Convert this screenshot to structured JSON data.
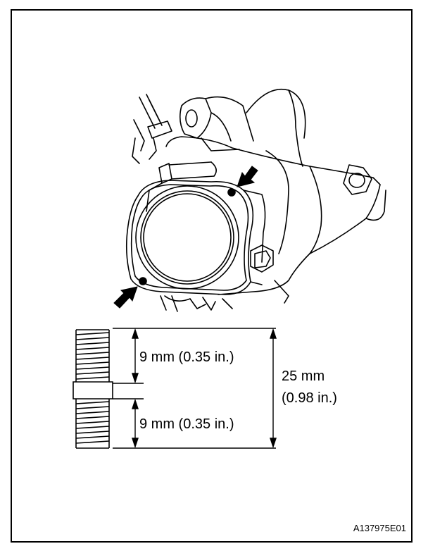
{
  "figure_code": "A137975E01",
  "dimensions": {
    "upper": "9 mm (0.35 in.)",
    "lower": "9 mm (0.35 in.)",
    "total_line1": "25 mm",
    "total_line2": "(0.98 in.)"
  },
  "colors": {
    "line": "#000000",
    "background": "#ffffff"
  },
  "icons": [
    "arrow-icon",
    "arrow-icon",
    "bolt-icon",
    "stud-bolt-icon"
  ]
}
